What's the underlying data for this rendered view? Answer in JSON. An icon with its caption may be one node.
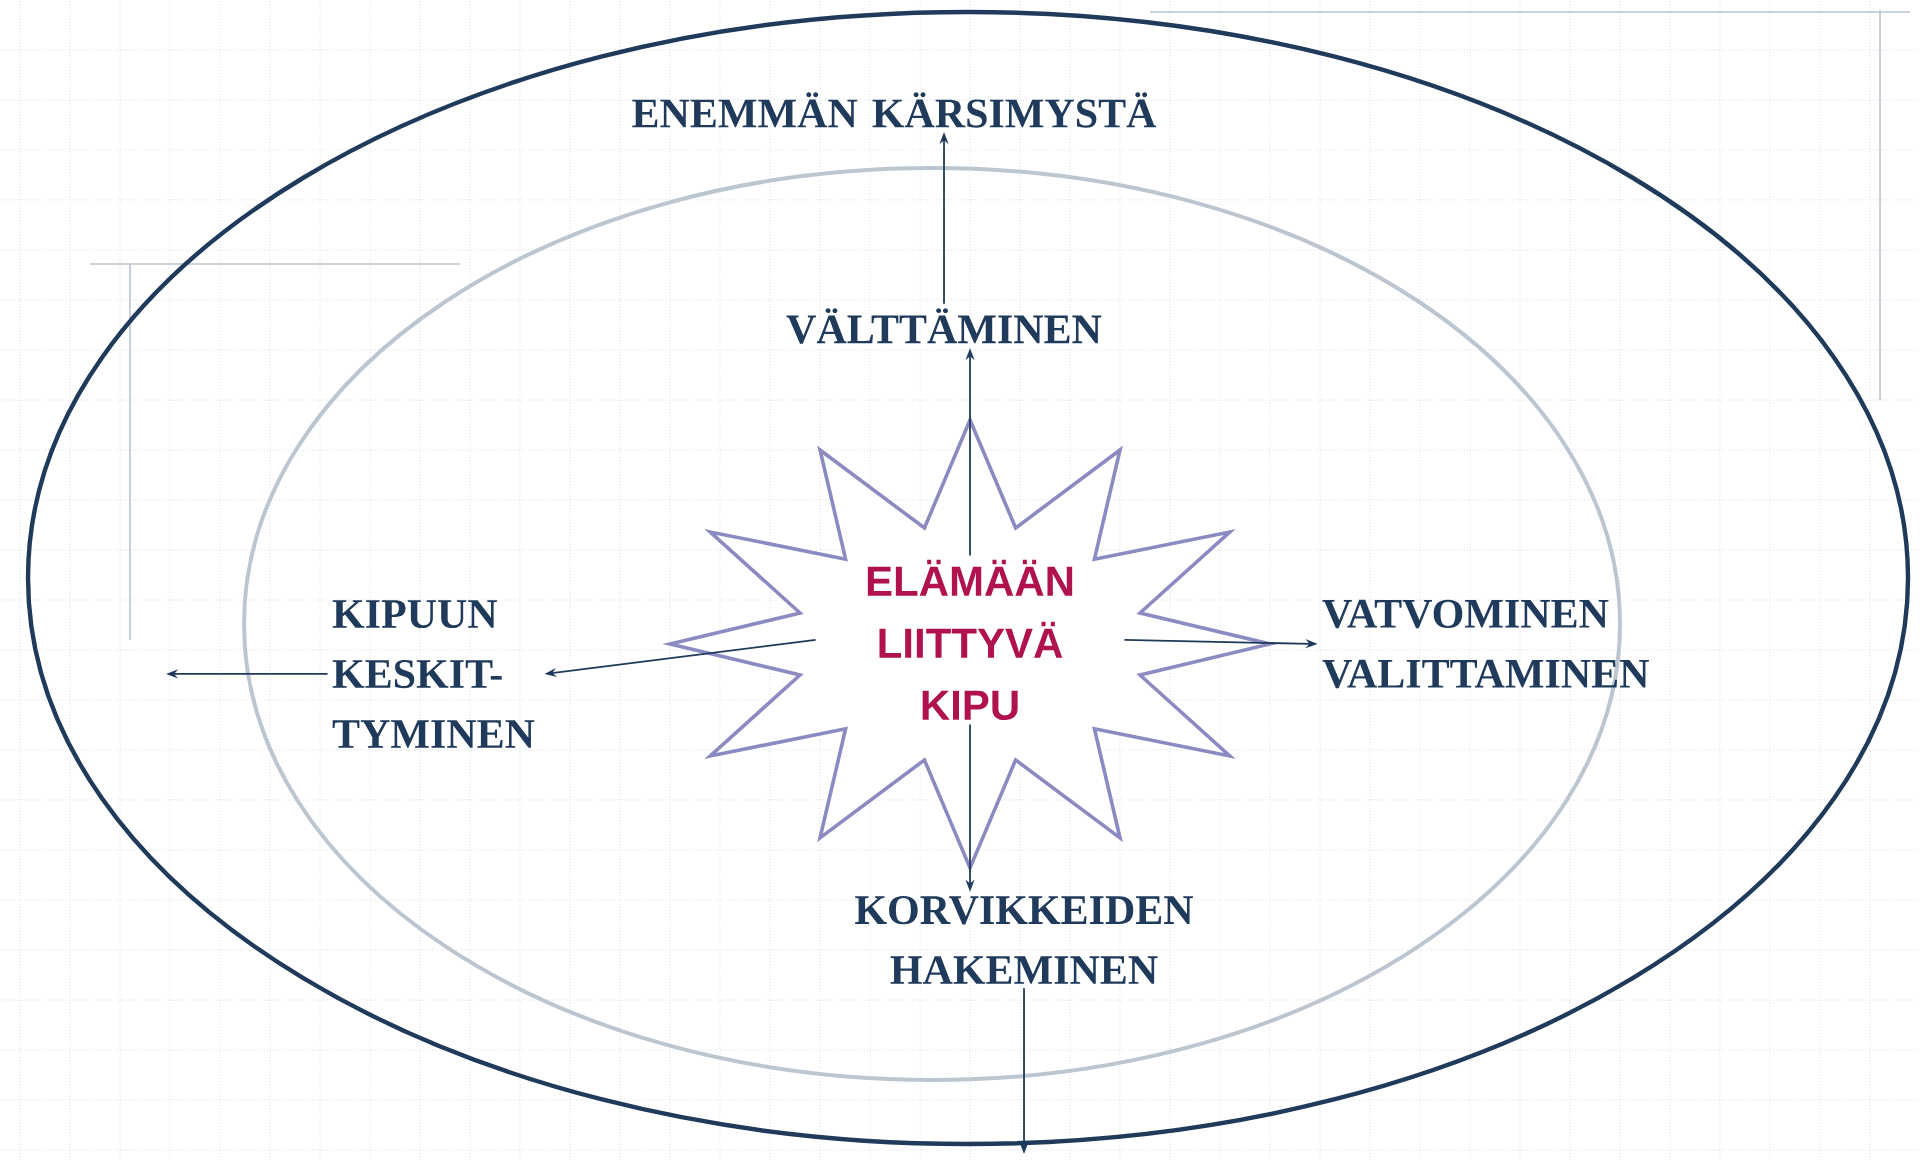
{
  "diagram": {
    "nodes": [
      {
        "text": [
          "ELÄMÄÄN LIITTYVÄ KIPU"
        ]
      },
      {
        "text": [
          "VÄLTTÄMINEN"
        ]
      },
      {
        "text": [
          "ENEMMÄN KÄRSIMYSTÄ"
        ]
      },
      {
        "text": [
          "KIPUUN KESKIT- TYMINEN"
        ]
      },
      {
        "text": [
          "VATVOMINEN VALITTAMINEN"
        ]
      },
      {
        "text": [
          "KORVIKKEIDEN HAKEMINEN"
        ]
      }
    ],
    "edges": [
      {
        "from": 0,
        "to": 1,
        "arrow": "to"
      },
      {
        "from": 1,
        "to": 2,
        "arrow": "to"
      },
      {
        "from": 0,
        "to": 3,
        "arrow": "to"
      },
      {
        "from": 3,
        "to": null,
        "arrow": "to"
      },
      {
        "from": 0,
        "to": 4,
        "arrow": "to"
      },
      {
        "from": 0,
        "to": 5,
        "arrow": "to"
      },
      {
        "from": 5,
        "to": null,
        "arrow": "to"
      }
    ]
  }
}
